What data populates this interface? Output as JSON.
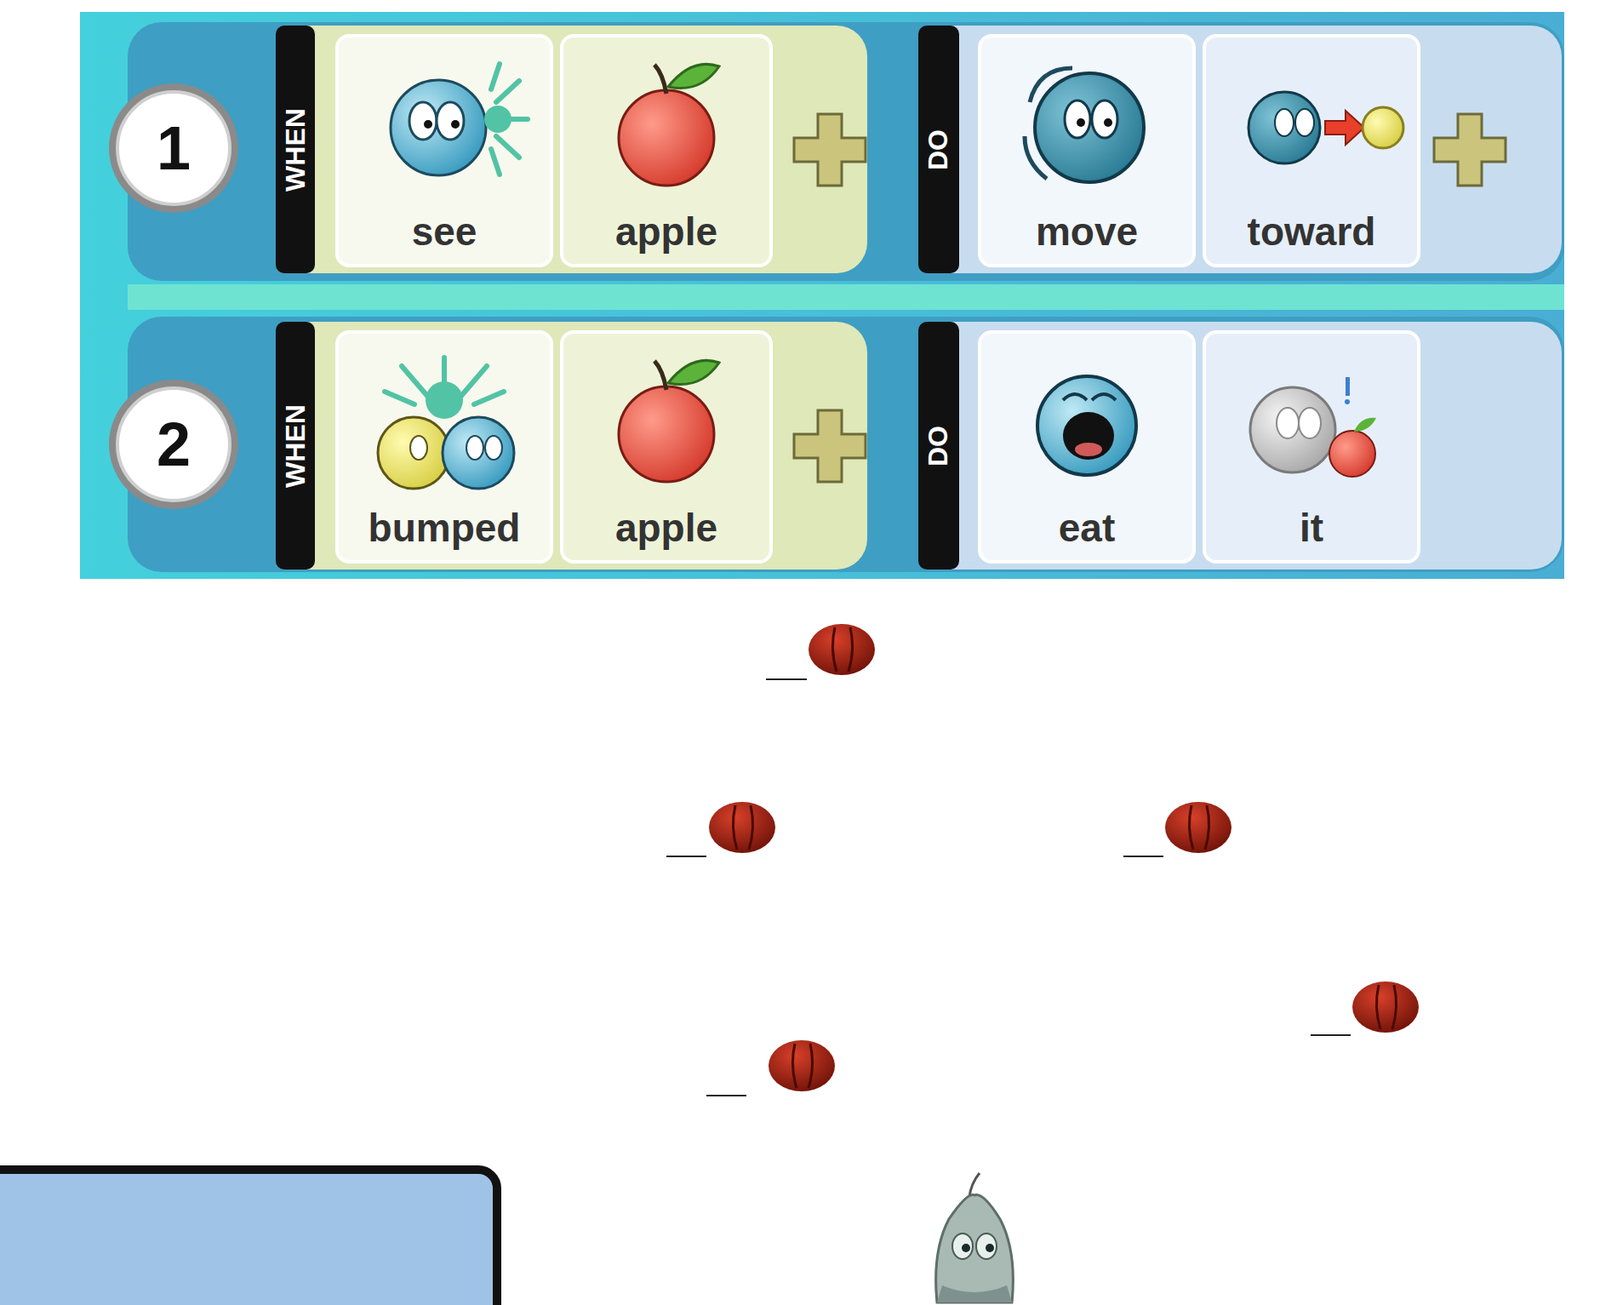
{
  "diagram": {
    "nodes": [
      {
        "text": [
          "1"
        ]
      },
      {
        "text": [
          "WHEN"
        ]
      },
      {
        "text": [
          "see"
        ],
        "in": 1
      },
      {
        "text": [
          "apple"
        ],
        "in": 1
      },
      {
        "text": [
          "DO"
        ]
      },
      {
        "text": [
          "move"
        ],
        "in": 4
      },
      {
        "text": [
          "toward"
        ],
        "in": 4
      },
      {
        "text": [
          "2"
        ]
      },
      {
        "text": [
          "WHEN"
        ]
      },
      {
        "text": [
          "bumped"
        ],
        "in": 8
      },
      {
        "text": [
          "apple"
        ],
        "in": 8
      },
      {
        "text": [
          "DO"
        ]
      },
      {
        "text": [
          "eat"
        ],
        "in": 11
      },
      {
        "text": [
          "it"
        ],
        "in": 11
      }
    ]
  }
}
